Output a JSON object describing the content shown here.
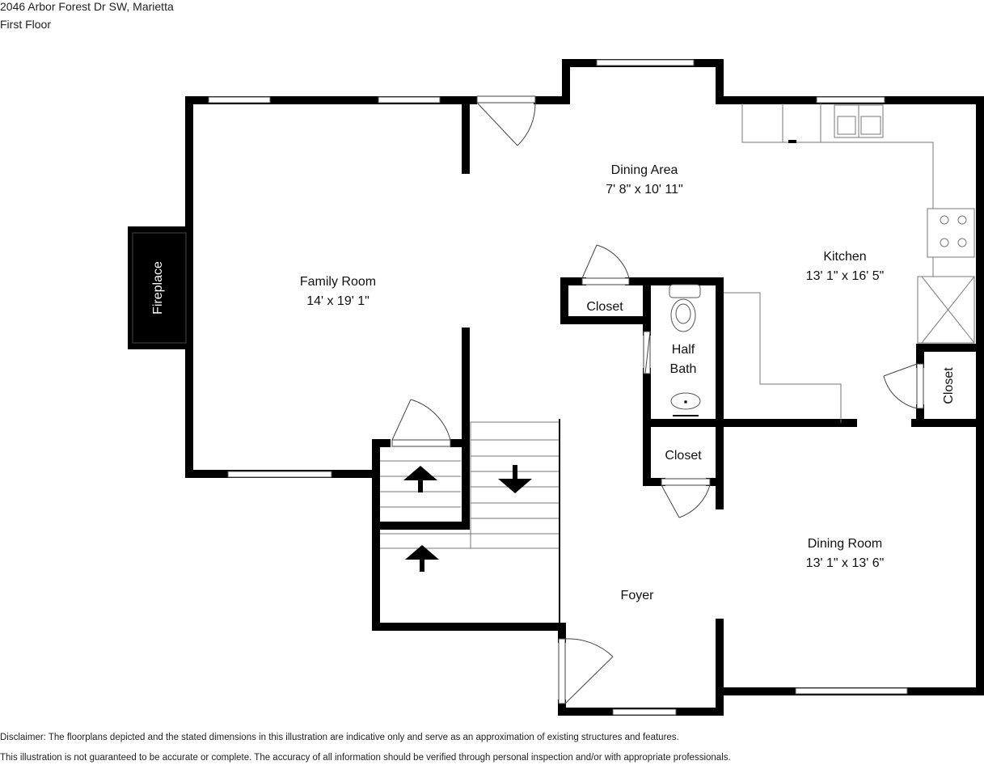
{
  "header": {
    "address": "2046 Arbor Forest Dr SW, Marietta",
    "floor": "First Floor"
  },
  "rooms": {
    "dining_area": {
      "name": "Dining Area",
      "dims": "7' 8\" x 10' 11\""
    },
    "kitchen": {
      "name": "Kitchen",
      "dims": "13' 1\" x 16' 5\""
    },
    "family_room": {
      "name": "Family Room",
      "dims": "14' x 19' 1\""
    },
    "half_bath": {
      "name_line1": "Half",
      "name_line2": "Bath"
    },
    "closet_upper": {
      "name": "Closet"
    },
    "closet_mid": {
      "name": "Closet"
    },
    "closet_right": {
      "name": "Closet"
    },
    "fireplace": {
      "name": "Fireplace"
    },
    "dining_room": {
      "name": "Dining Room",
      "dims": "13' 1\" x 13' 6\""
    },
    "foyer": {
      "name": "Foyer"
    }
  },
  "disclaimer": {
    "line1": "Disclaimer: The floorplans depicted and the stated dimensions in this illustration are indicative only and serve as an approximation of existing structures and features.",
    "line2": "This illustration is not guaranteed to be accurate or complete. The accuracy of all information should be verified through personal inspection and/or with appropriate professionals."
  },
  "colors": {
    "wall": "#000000",
    "background": "#ffffff",
    "fixture": "#777777"
  }
}
